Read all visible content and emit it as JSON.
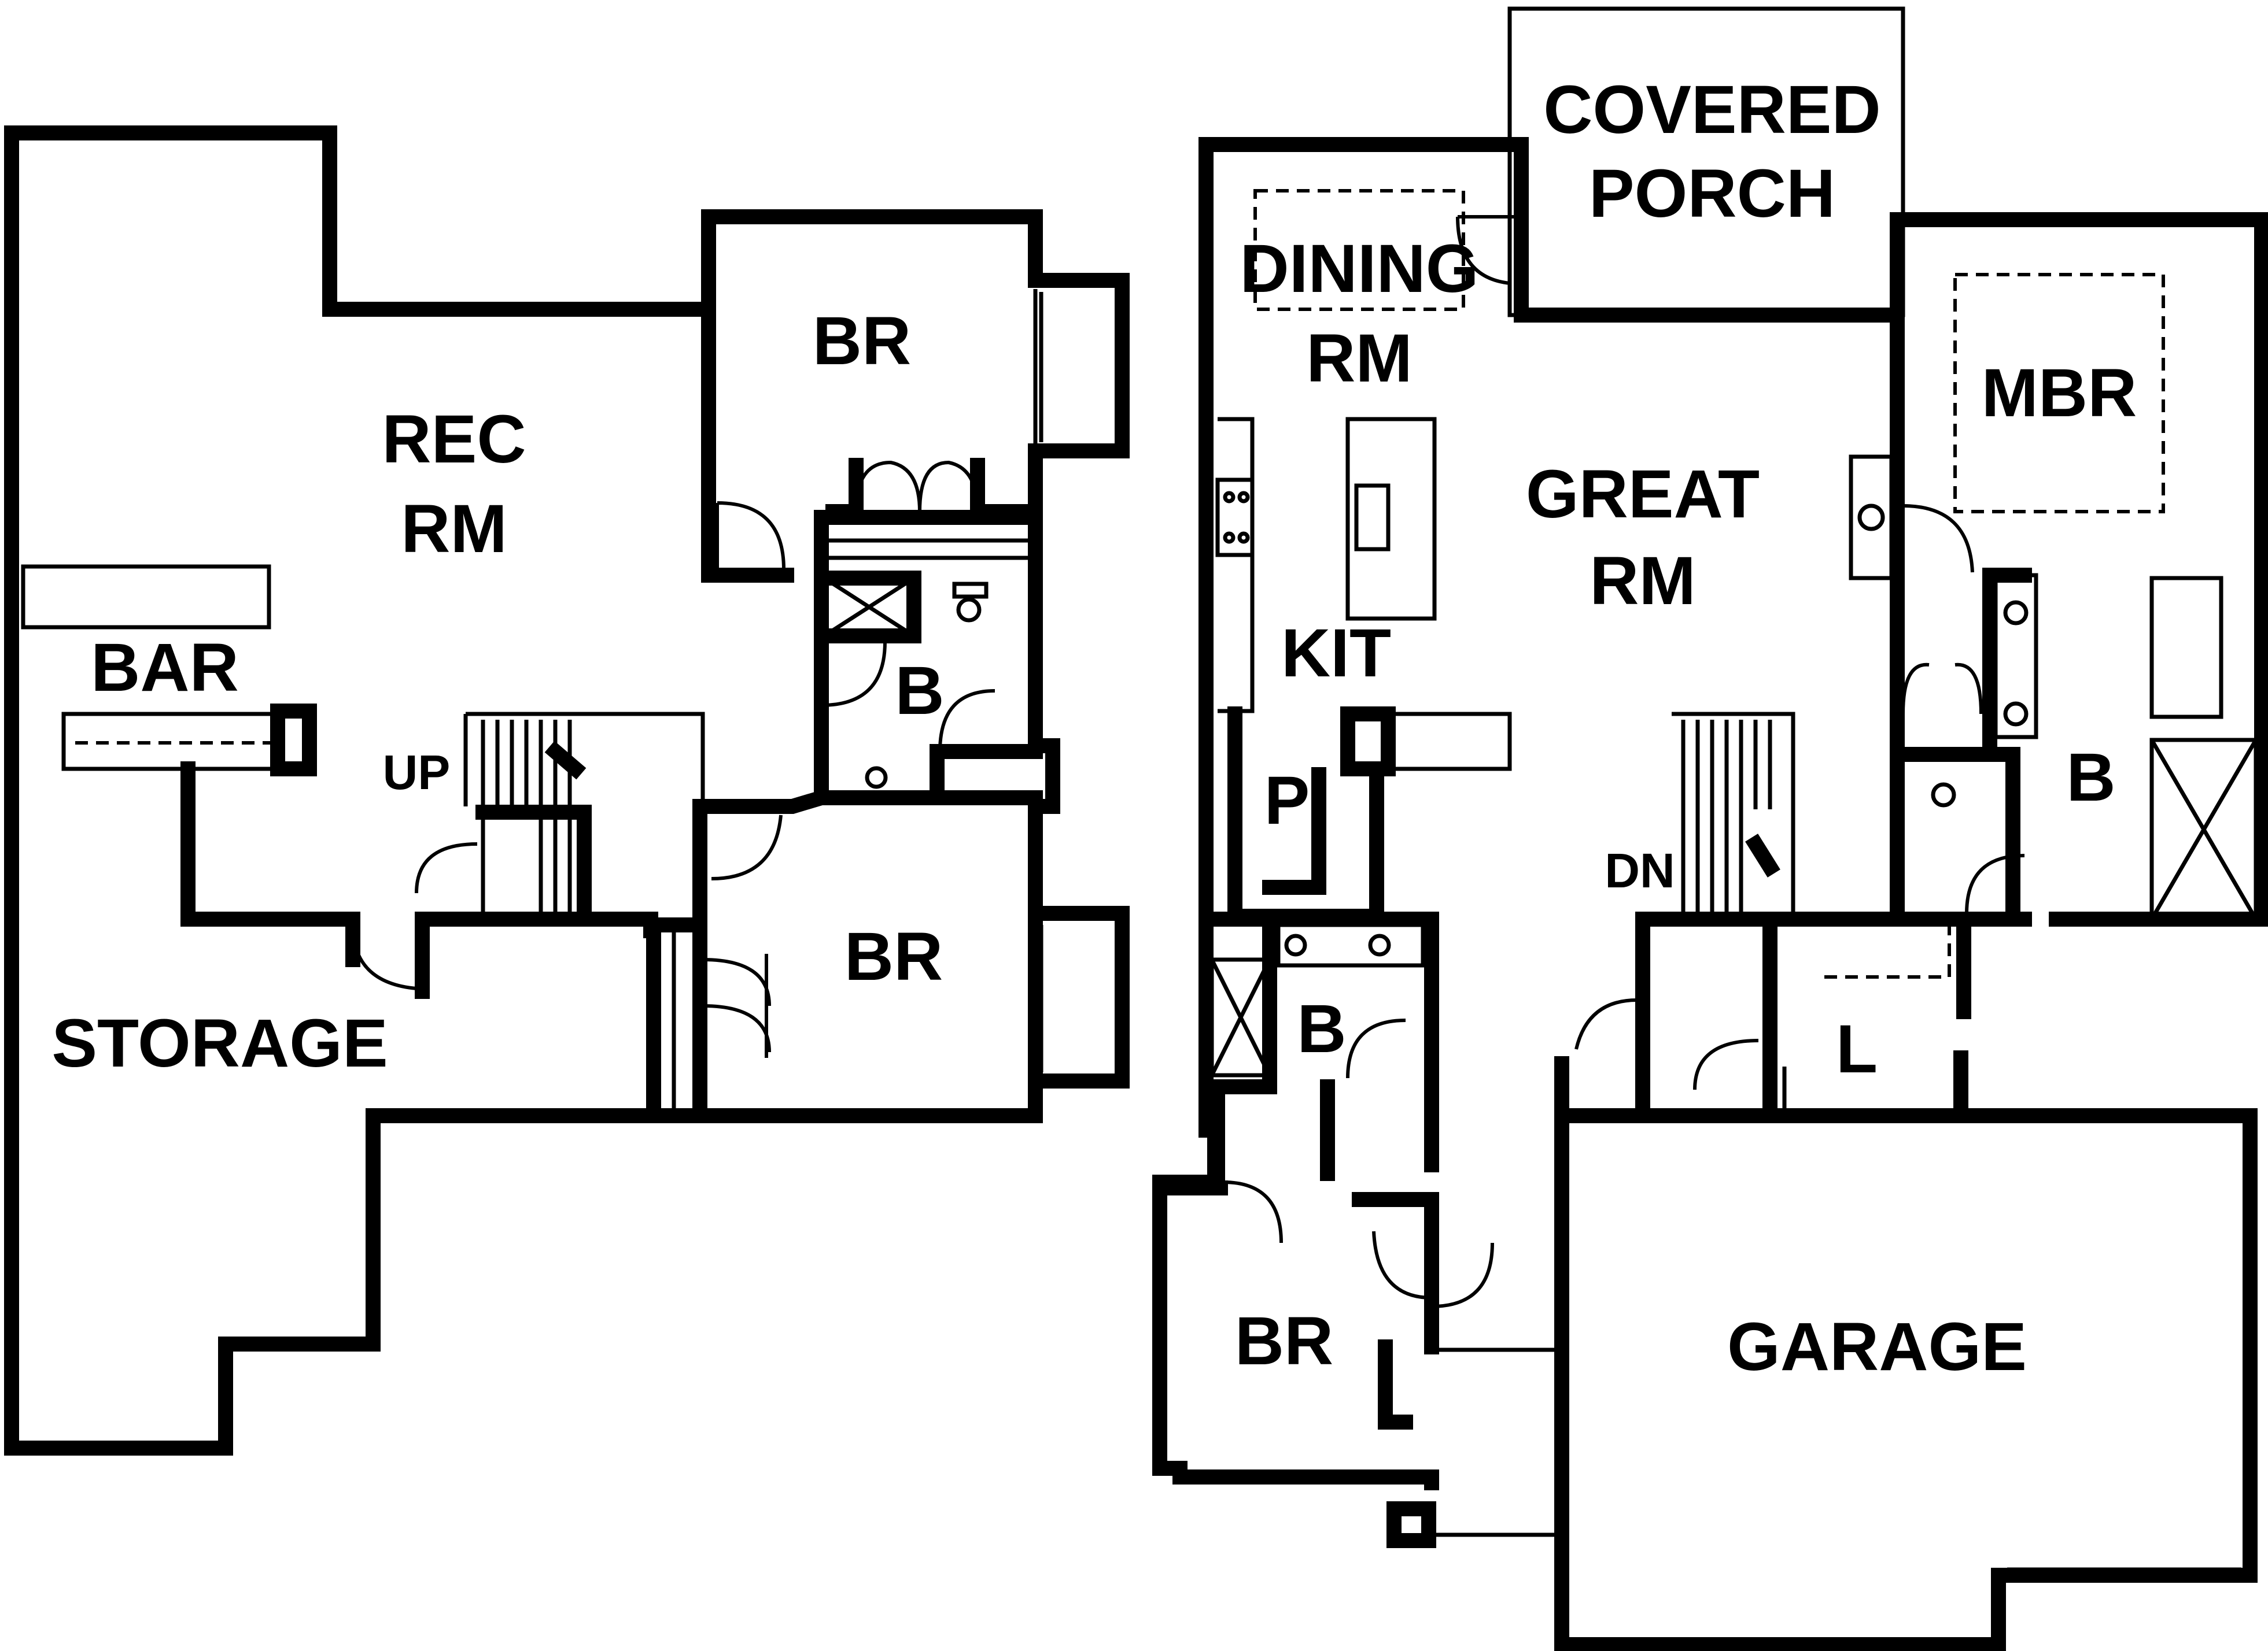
{
  "labels": {
    "rec_rm_line1": "REC",
    "rec_rm_line2": "RM",
    "bar": "BAR",
    "up": "UP",
    "storage": "STORAGE",
    "br_lower_top": "BR",
    "br_lower_mid": "BR",
    "bath_lower": "B",
    "covered_porch_line1": "COVERED",
    "covered_porch_line2": "PORCH",
    "dining_line1": "DINING",
    "dining_line2": "RM",
    "great_rm_line1": "GREAT",
    "great_rm_line2": "RM",
    "mbr": "MBR",
    "kit": "KIT",
    "pantry": "P",
    "dn": "DN",
    "master_bath": "B",
    "bath_main": "B",
    "laundry": "L",
    "br_main": "BR",
    "garage": "GARAGE"
  }
}
